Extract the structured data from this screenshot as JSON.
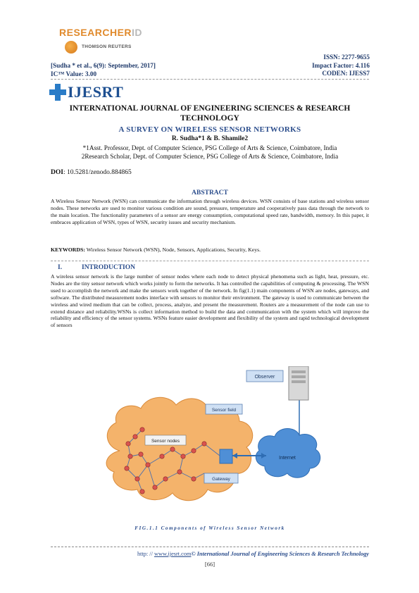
{
  "branding": {
    "researcherid_part1": "RESEARCHER",
    "researcherid_part2": "ID",
    "thomson_reuters": "THOMSON REUTERS",
    "journal_logo": "IJESRT"
  },
  "header": {
    "citation": "[Sudha * et al., 6(9): September, 2017]",
    "ic_value": "IC™ Value: 3.00",
    "issn": "ISSN: 2277-9655",
    "impact_factor": "Impact Factor: 4.116",
    "coden": "CODEN: IJESS7"
  },
  "journal": {
    "name_line1": "INTERNATIONAL JOURNAL OF ENGINEERING SCIENCES & RESEARCH",
    "name_line2": "TECHNOLOGY"
  },
  "paper": {
    "title": "A SURVEY ON WIRELESS SENSOR NETWORKS",
    "authors": "R. Sudha*1 & B. Shamile2",
    "affiliation1": "*1Asst. Professor, Dept. of Computer Science, PSG College of Arts & Science, Coimbatore, India",
    "affiliation2": "2Research Scholar, Dept. of Computer Science, PSG College of Arts & Science, Coimbatore, India",
    "doi_label": "DOI",
    "doi_value": ": 10.5281/zenodo.884865"
  },
  "abstract": {
    "heading": "ABSTRACT",
    "text": "A Wireless Sensor Network (WSN) can communicate the information through wireless devices. WSN consists of base stations and wireless sensor nodes. These networks are used to monitor various condition are sound, pressure, temperature and cooperatively pass data through the network to the main location. The functionality parameters of a sensor are energy consumption, computational speed rate, bandwidth, memory. In this paper, it embraces application of WSN, types of WSN, security issues and security mechanism."
  },
  "keywords": {
    "label": "KEYWORDS:",
    "text": " Wireless Sensor Network (WSN), Node, Sensors, Applications, Security, Keys."
  },
  "introduction": {
    "number": "I.",
    "heading": "INTRODUCTION",
    "text": "A wireless sensor network is the large number of sensor nodes where each node to detect physical phenomena such as light, heat, pressure, etc. Nodes are the tiny sensor network which works jointly to form the networks. It has controlled the capabilities of computing & processing. The WSN used to accomplish the network and make the sensors work together of the network. In fig(1.1) main components of WSN are nodes, gateways, and software. The distributed measurement nodes interface with sensors to monitor their environment. The gateway is used to communicate between the wireless and wired medium that can be collect, process, analyze, and present the measurement. Routers are a measurement of the node can use to extend distance and reliability.WSNs is collect information method to build the data and communication with the system which will improve the reliability and efficiency of the sensor systems. WSNs feature easier development and flexibility of the system and rapid technological development of sensors"
  },
  "figure": {
    "labels": {
      "observer": "Observer",
      "sensor_field": "Sensor field",
      "sensor_nodes": "Sensor nodes",
      "internet": "Internet",
      "gateway": "Gateway"
    },
    "caption": "FIG.1.1 Components of Wireless Sensor Network"
  },
  "footer": {
    "prefix": "http: // ",
    "url": "www.ijesrt.com",
    "journal": "© International Journal of Engineering Sciences & Research Technology",
    "page": "[66]"
  }
}
